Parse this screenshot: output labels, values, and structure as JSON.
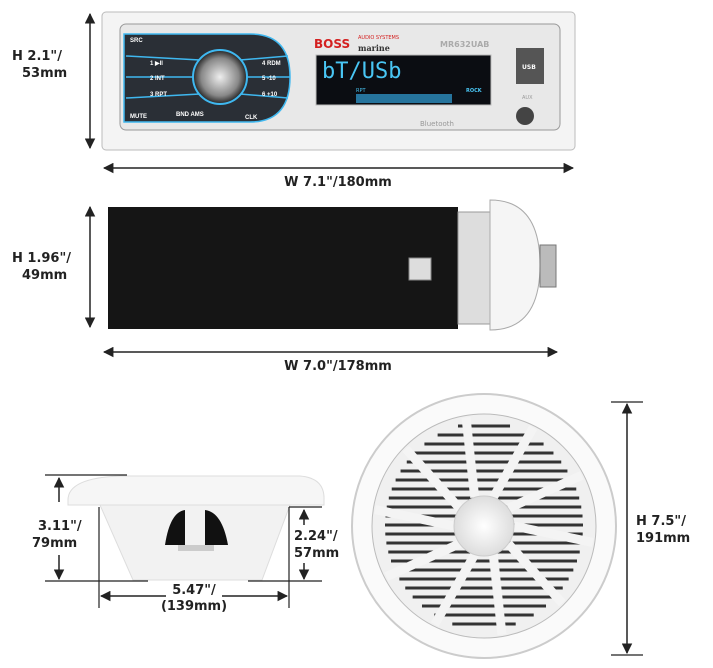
{
  "radio": {
    "brand": "BOSS",
    "brand_sub": "AUDIO SYSTEMS",
    "brand_line": "marine",
    "model": "MR632UAB",
    "display_text": "bT/USb",
    "display_rpt": "RPT",
    "display_eq": "ROCK",
    "buttons": [
      "SRC",
      "1 ▶II",
      "2 INT",
      "3 RPT",
      "MUTE",
      "BND AMS",
      "4 RDM",
      "5 -10",
      "6 +10",
      "CLK"
    ],
    "usb_label": "USB",
    "aux_label": "AUX",
    "bluetooth_label": "Bluetooth",
    "accent_color": "#3fb8f0"
  },
  "dimensions": {
    "radio_height": [
      "H 2.1\"/",
      "53mm"
    ],
    "radio_width": "W 7.1\"/180mm",
    "chassis_height": [
      "H 1.96\"/",
      "49mm"
    ],
    "chassis_width": "W 7.0\"/178mm",
    "speaker_depth": [
      "3.11\"/",
      "79mm"
    ],
    "speaker_mount_depth": [
      "2.24\"/",
      "57mm"
    ],
    "speaker_mount_diameter": [
      "5.47\"/",
      "(139mm)"
    ],
    "speaker_height": [
      "H 7.5\"/",
      "191mm"
    ]
  }
}
